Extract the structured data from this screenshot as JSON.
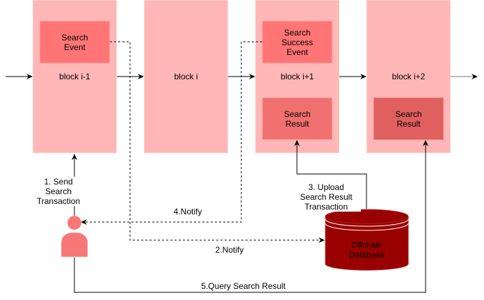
{
  "blocks": [
    {
      "label": "block i-1"
    },
    {
      "label": "block i"
    },
    {
      "label": "block i+1"
    },
    {
      "label": "block i+2"
    }
  ],
  "events": {
    "search_event": "Search\nEvent",
    "search_success_event": "Search\nSuccess\nEvent",
    "search_result_1": "Search\nResult",
    "search_result_2": "Search\nResult"
  },
  "edges": {
    "send": "1. Send\nSearch\nTransaction",
    "notify2": "2.Notify",
    "upload": "3. Upload\nSearch Result\nTransaction",
    "notify4": "4.Notify",
    "query": "5.Query Search Result"
  },
  "database": {
    "label": "Offchain\nDatabase"
  },
  "colors": {
    "block": "#ffb6b6",
    "event": "#ff7575",
    "result1": "#f07070",
    "result2": "#e06060",
    "user": "#f77777",
    "database": "#990000"
  }
}
